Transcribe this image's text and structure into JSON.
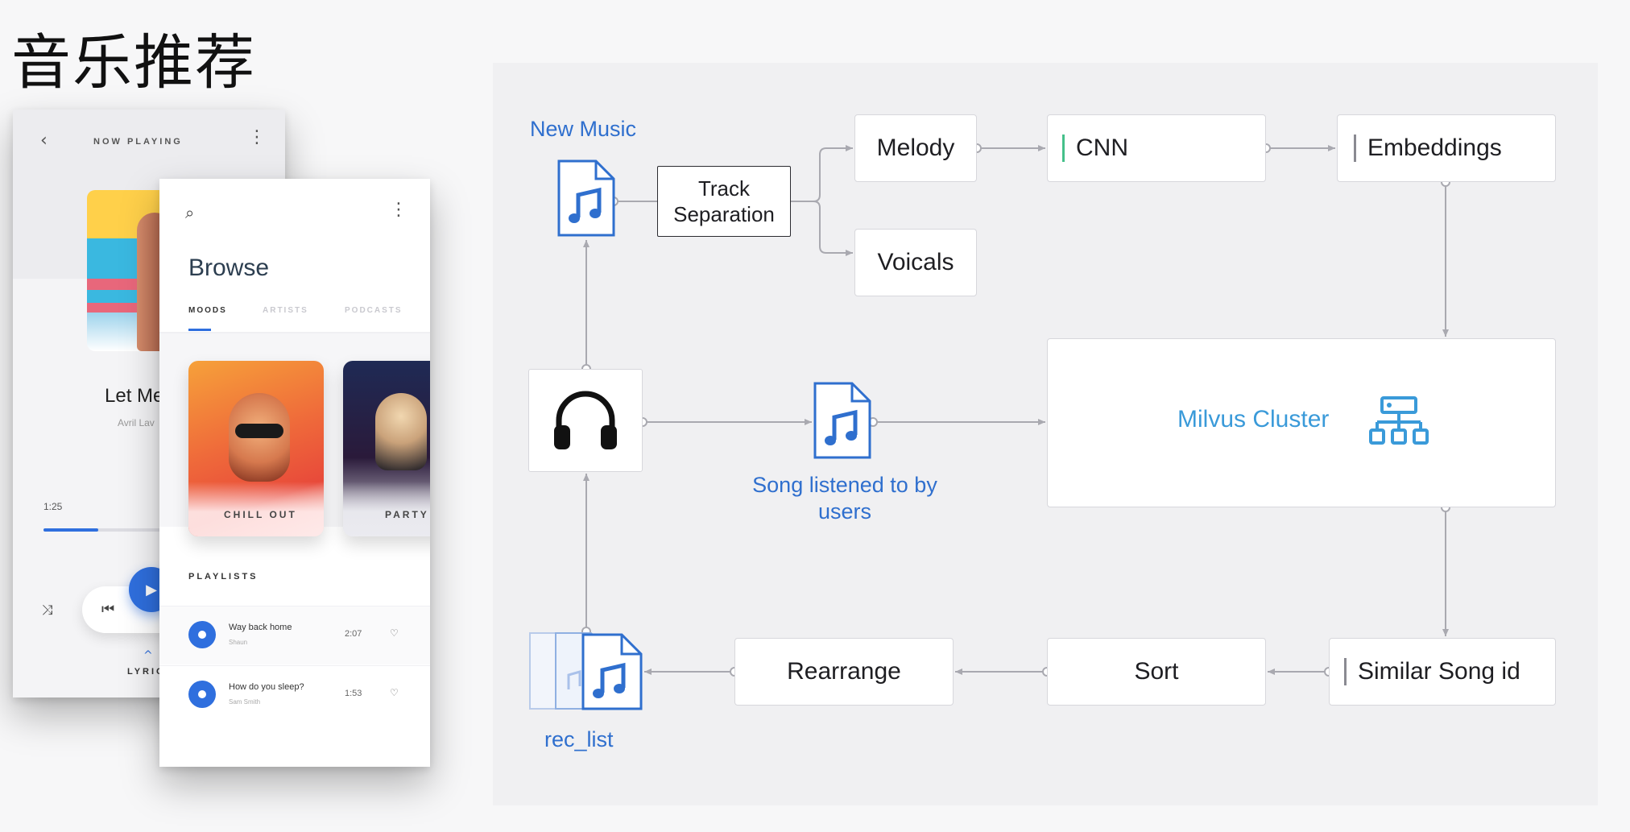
{
  "slide": {
    "title": "音乐推荐"
  },
  "now_playing_screen": {
    "header_title": "NOW PLAYING",
    "song_title": "Let Me",
    "artist": "Avril Lav",
    "elapsed": "1:25",
    "progress": 0.26,
    "lyrics_label": "LYRIC"
  },
  "browse_screen": {
    "title": "Browse",
    "tabs": [
      "MOODS",
      "ARTISTS",
      "PODCASTS"
    ],
    "active_tab": "MOODS",
    "cards": [
      {
        "label": "CHILL OUT"
      },
      {
        "label": "PARTY"
      }
    ],
    "playlists_heading": "PLAYLISTS",
    "playlists": [
      {
        "title": "Way back home",
        "subtitle": "Shaun",
        "duration": "2:07"
      },
      {
        "title": "How do you sleep?",
        "subtitle": "Sam Smith",
        "duration": "1:53"
      }
    ]
  },
  "diagram": {
    "labels": {
      "new_music": "New Music",
      "song_listened": "Song listened to by users",
      "rec_list": "rec_list"
    },
    "nodes": {
      "track_separation": "Track Separation",
      "melody": "Melody",
      "voicals": "Voicals",
      "cnn": "CNN",
      "embeddings": "Embeddings",
      "milvus_cluster": "Milvus Cluster",
      "similar_song_id": "Similar Song id",
      "sort": "Sort",
      "rearrange": "Rearrange"
    },
    "colors": {
      "accent_blue": "#2f6fce",
      "milvus_blue": "#3a9ad9",
      "cnn_bar": "#45c08a",
      "connector_gray": "#a9a9b0"
    },
    "icons": [
      "music-file-icon",
      "headphones-icon",
      "cluster-network-icon",
      "music-file-stack-icon"
    ]
  }
}
